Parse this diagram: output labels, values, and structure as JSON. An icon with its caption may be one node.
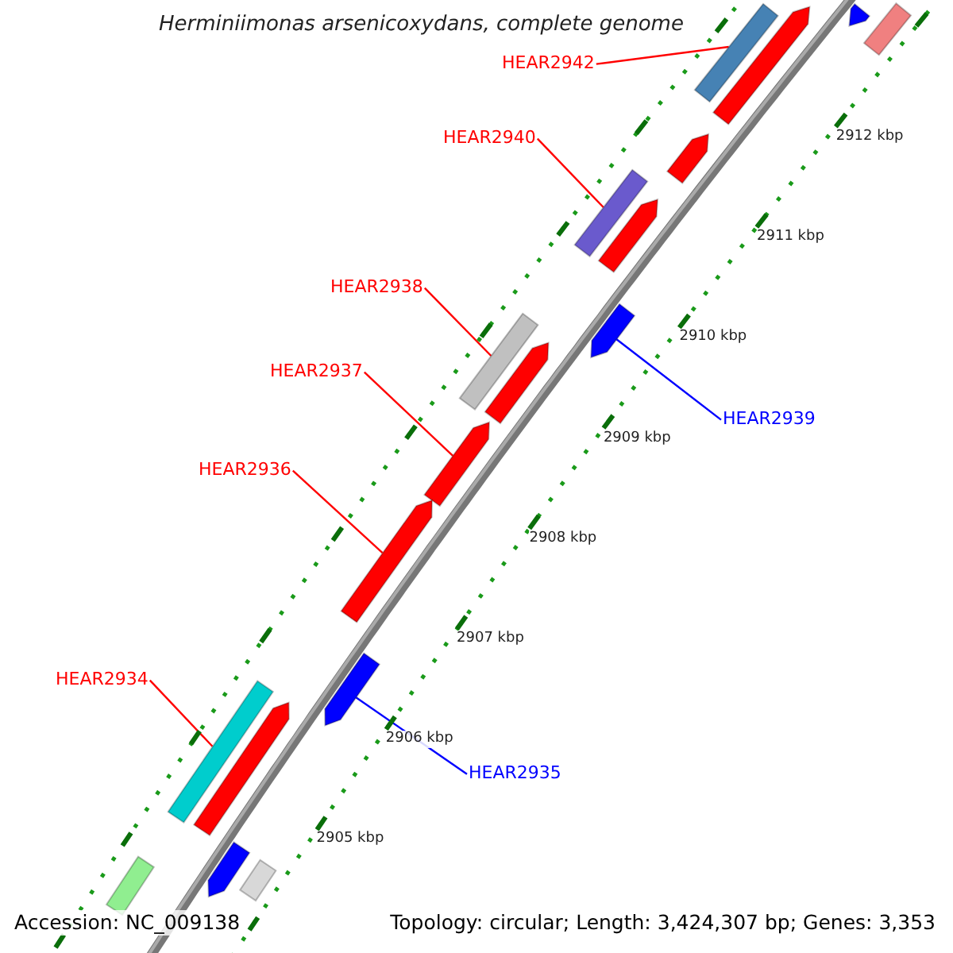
{
  "diagram": {
    "title": "Herminiimonas arsenicoxydans, complete genome",
    "nodes": [
      {
        "text": [
          "HEAR2942"
        ]
      },
      {
        "text": [],
        "shape": "bar"
      },
      {
        "text": [
          "HEAR2940"
        ]
      },
      {
        "text": [],
        "shape": "bar"
      },
      {
        "text": [
          "HEAR2938"
        ]
      },
      {
        "text": [],
        "shape": "bar"
      },
      {
        "text": [
          "HEAR2937"
        ]
      },
      {
        "text": [],
        "shape": "bar"
      },
      {
        "text": [
          "HEAR2936"
        ]
      },
      {
        "text": [],
        "shape": "bar"
      },
      {
        "text": [
          "HEAR2934"
        ]
      },
      {
        "text": [],
        "shape": "bar"
      },
      {
        "text": [
          "HEAR2939"
        ]
      },
      {
        "text": [],
        "shape": "bar"
      },
      {
        "text": [
          "HEAR2935"
        ]
      },
      {
        "text": [],
        "shape": "bar"
      },
      {
        "text": [],
        "shape": "bar"
      },
      {
        "text": [],
        "shape": "bar"
      },
      {
        "text": [],
        "shape": "bar"
      },
      {
        "text": [],
        "shape": "bar"
      },
      {
        "text": [],
        "shape": "bar"
      },
      {
        "text": [],
        "shape": "bar"
      },
      {
        "text": [],
        "shape": "bar"
      },
      {
        "text": [],
        "shape": "bar"
      },
      {
        "text": [],
        "shape": "bar"
      },
      {
        "text": [],
        "shape": "bar"
      }
    ],
    "edges": [
      {
        "from": 0,
        "to": 1,
        "arrow": "none"
      },
      {
        "from": 2,
        "to": 3,
        "arrow": "none"
      },
      {
        "from": 4,
        "to": 5,
        "arrow": "none"
      },
      {
        "from": 6,
        "to": 7,
        "arrow": "none"
      },
      {
        "from": 8,
        "to": 9,
        "arrow": "none"
      },
      {
        "from": 10,
        "to": 11,
        "arrow": "none"
      },
      {
        "from": 12,
        "to": 13,
        "arrow": "none",
        "color": "#0000ff"
      },
      {
        "from": 14,
        "to": 15,
        "arrow": "none",
        "color": "#0000ff"
      }
    ],
    "labels": [
      "2912 kbp",
      "2911 kbp",
      "2910 kbp",
      "2909 kbp",
      "2908 kbp",
      "2907 kbp",
      "2906 kbp",
      "2905 kbp",
      "Accession: NC_009138",
      "Topology: circular; Length: 3,424,307 bp; Genes: 3,353"
    ]
  }
}
